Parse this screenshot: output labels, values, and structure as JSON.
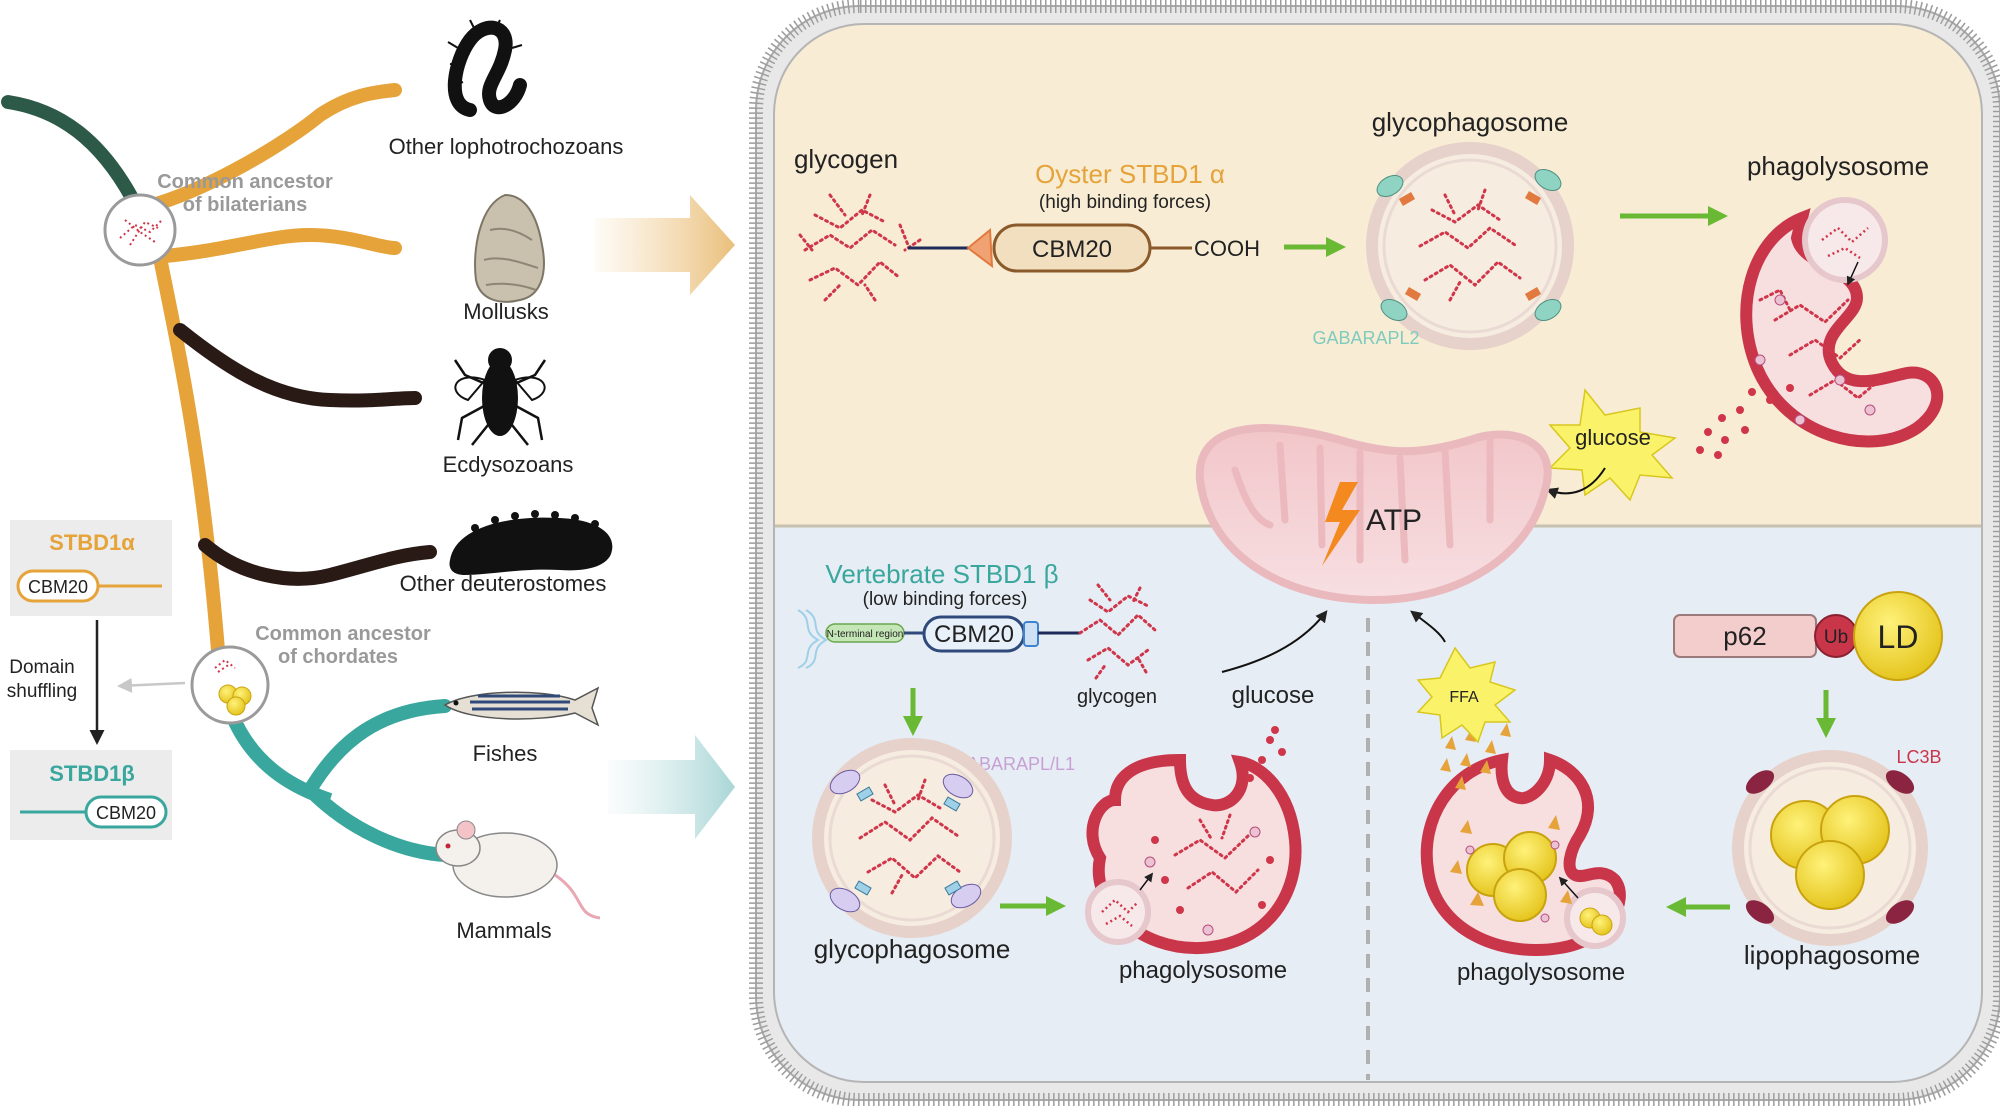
{
  "tree": {
    "ancestor_bilaterians": [
      "Common ancestor",
      "of bilaterians"
    ],
    "ancestor_chordates": [
      "Common ancestor",
      "of chordates"
    ],
    "taxa": {
      "lophotrochozoans": "Other lophotrochozoans",
      "mollusks": "Mollusks",
      "ecdysozoans": "Ecdysozoans",
      "deuterostomes": "Other deuterostomes",
      "fishes": "Fishes",
      "mammals": "Mammals"
    },
    "domain_shuffling": [
      "Domain",
      "shuffling"
    ],
    "stbd1a": {
      "title": "STBD1α",
      "domain": "CBM20"
    },
    "stbd1b": {
      "title": "STBD1β",
      "domain": "CBM20"
    }
  },
  "top_panel": {
    "glycogen": "glycogen",
    "protein_title": "Oyster STBD1 α",
    "protein_note": "(high binding forces)",
    "domain": "CBM20",
    "cooh": "COOH",
    "glycophagosome": "glycophagosome",
    "receptor": "GABARAPL2",
    "phagolysosome": "phagolysosome",
    "glucose": "glucose"
  },
  "center": {
    "atp": "ATP"
  },
  "bottom_left": {
    "protein_title": "Vertebrate STBD1 β",
    "protein_note": "(low binding forces)",
    "n_terminal": "N-terminal region",
    "domain": "CBM20",
    "glycogen": "glycogen",
    "receptor": "GABARAPL/L1",
    "glycophagosome": "glycophagosome",
    "phagolysosome": "phagolysosome",
    "glucose": "glucose"
  },
  "bottom_right": {
    "p62": "p62",
    "ub": "Ub",
    "ld": "LD",
    "lc3b": "LC3B",
    "ffa": "FFA",
    "lipophagosome": "lipophagosome",
    "phagolysosome": "phagolysosome"
  },
  "colors": {
    "oyster_orange": "#e5a33a",
    "vertebrate_teal": "#3aa79e",
    "dark_green": "#2d5a48",
    "dark_brown": "#2a1a16",
    "glycogen_red": "#d0364a",
    "lysosome_red": "#c9364a",
    "green_arrow": "#6ab934",
    "top_bg": "#f8ecd4",
    "bottom_bg": "#e6edf4"
  }
}
